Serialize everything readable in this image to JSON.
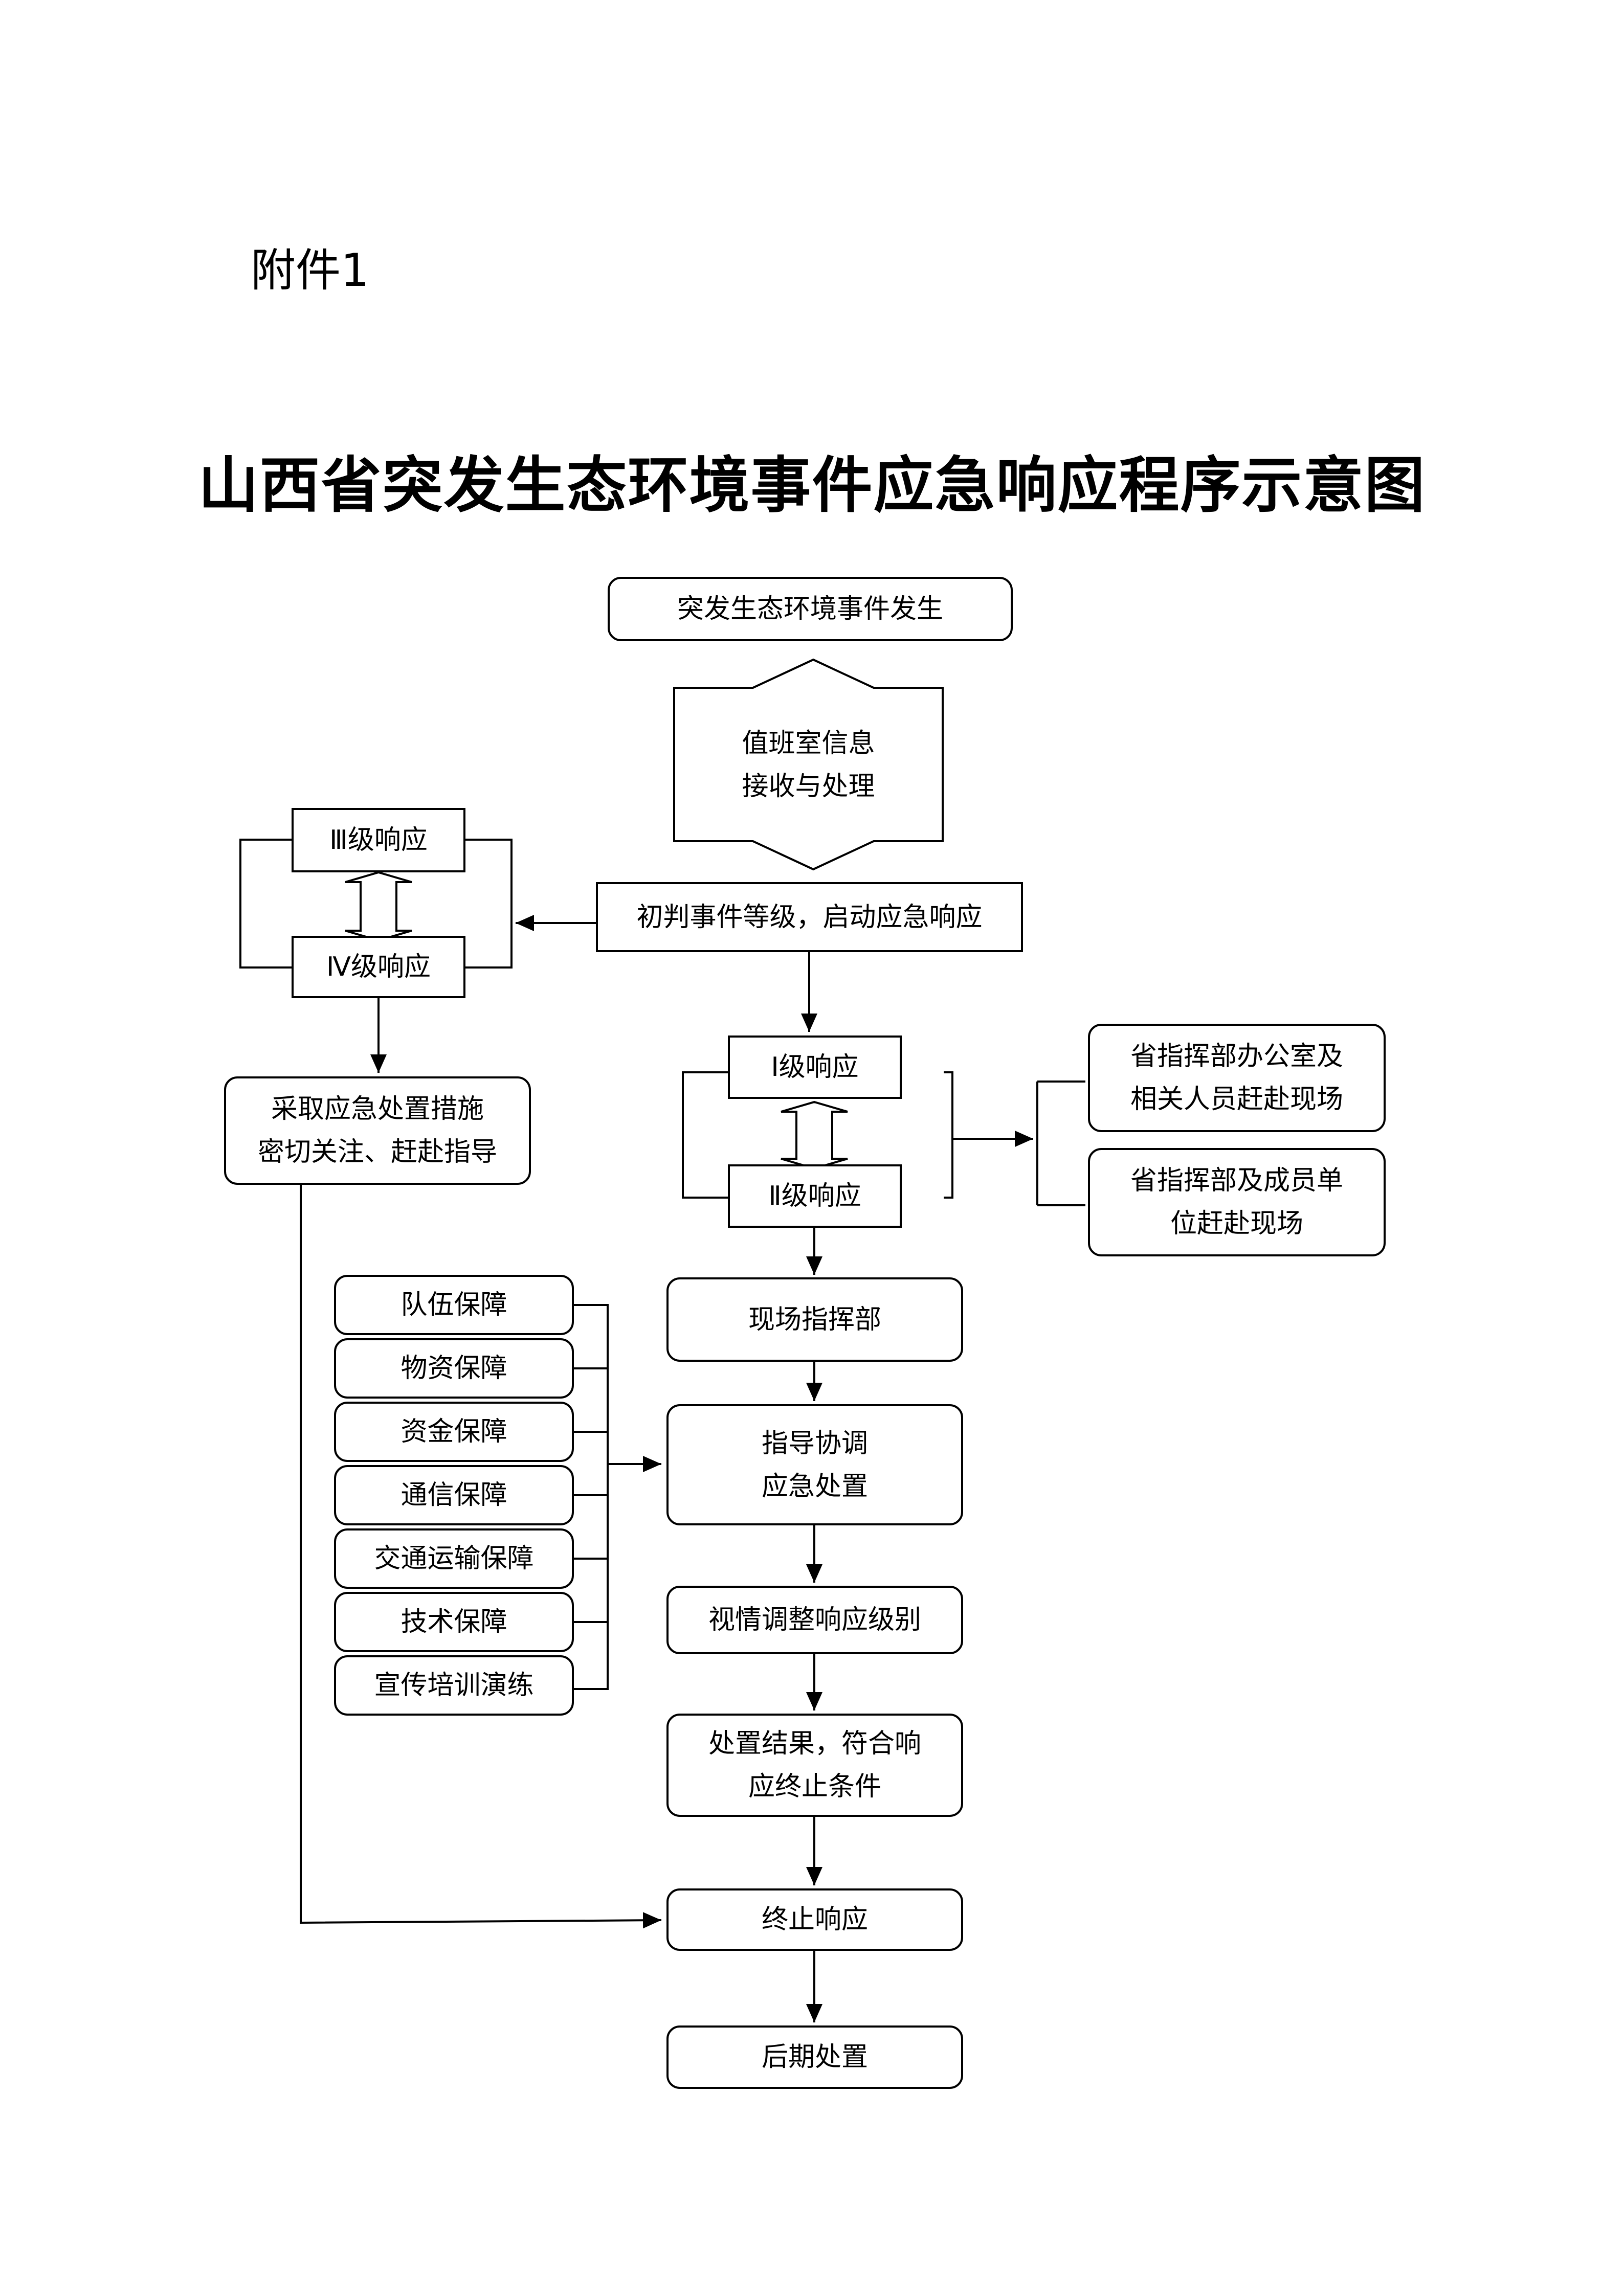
{
  "header": {
    "attachment": "附件1"
  },
  "title": "山西省突发生态环境事件应急响应程序示意图",
  "nodes": {
    "event": "突发生态环境事件发生",
    "duty_room": [
      "值班室信息",
      "接收与处理"
    ],
    "judge": "初判事件等级，启动应急响应",
    "level3": "Ⅲ级响应",
    "level4": "Ⅳ级响应",
    "measures": [
      "采取应急处置措施",
      "密切关注、赶赴指导"
    ],
    "level1": "Ⅰ级响应",
    "level2": "Ⅱ级响应",
    "office_scene": [
      "省指挥部办公室及",
      "相关人员赶赴现场"
    ],
    "members_scene": [
      "省指挥部及成员单",
      "位赶赴现场"
    ],
    "field_cmd": "现场指挥部",
    "guide": [
      "指导协调",
      "应急处置"
    ],
    "adjust": "视情调整响应级别",
    "result": [
      "处置结果，符合响",
      "应终止条件"
    ],
    "terminate": "终止响应",
    "aftermath": "后期处置"
  },
  "support": [
    "队伍保障",
    "物资保障",
    "资金保障",
    "通信保障",
    "交通运输保障",
    "技术保障",
    "宣传培训演练"
  ]
}
